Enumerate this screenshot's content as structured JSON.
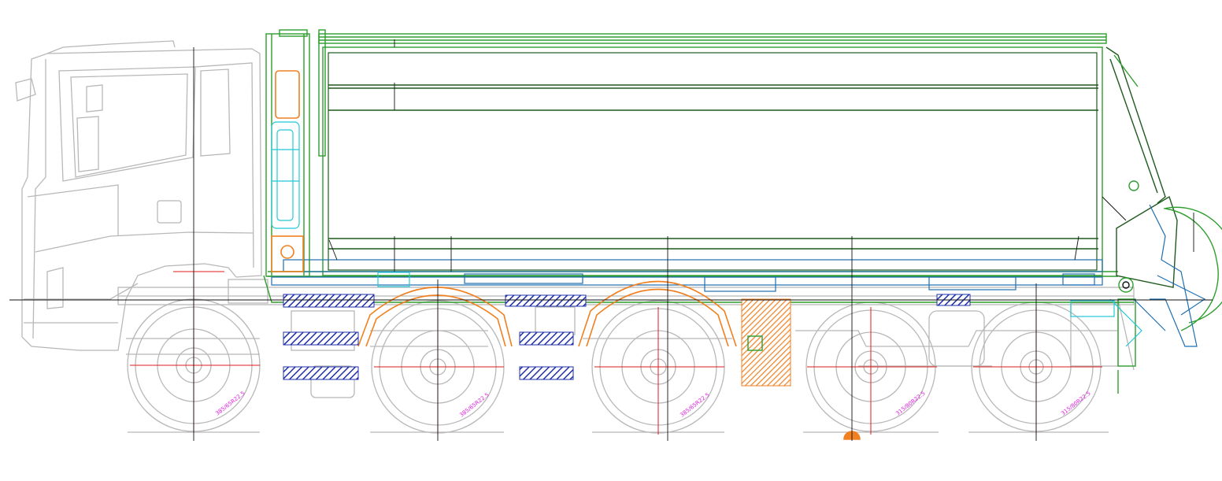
{
  "colors": {
    "chassis": "#b8b8b8",
    "body": "#2e9e2e",
    "body_dark": "#1f5a1f",
    "inner": "#1f6fb0",
    "cyan": "#22c7d6",
    "orange": "#f08020",
    "hatch_blue": "#1f2fa8",
    "axis_red": "#e11d1d",
    "tire_label": "#e020e0",
    "black": "#111111"
  },
  "tire_labels": [
    "385/65R22.5",
    "385/65R22.5",
    "385/65R22.5",
    "315/80R22.5",
    "315/80R22.5"
  ]
}
